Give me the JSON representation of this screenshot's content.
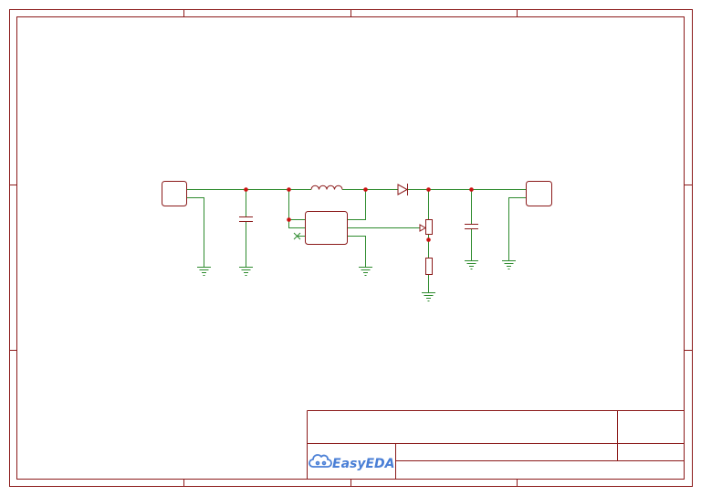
{
  "app": {
    "brand_name": "EasyEDA",
    "logo_icon": "cloud-icon"
  },
  "colors": {
    "frame": "#8b1a1a",
    "symbol": "#8b1a1a",
    "wire": "#2e8b2e",
    "junction": "#cc1111",
    "noconnect": "#2e8b2e",
    "logo": "#4a7fd6",
    "background": "#ffffff"
  },
  "schematic": {
    "components": [
      {
        "kind": "connector",
        "ref": "input-connector"
      },
      {
        "kind": "capacitor",
        "ref": "input-capacitor"
      },
      {
        "kind": "ic",
        "ref": "regulator-ic"
      },
      {
        "kind": "inductor",
        "ref": "inductor"
      },
      {
        "kind": "diode",
        "ref": "diode"
      },
      {
        "kind": "potentiometer",
        "ref": "feedback-potentiometer"
      },
      {
        "kind": "resistor",
        "ref": "feedback-resistor"
      },
      {
        "kind": "capacitor",
        "ref": "output-capacitor"
      },
      {
        "kind": "connector",
        "ref": "output-connector"
      }
    ],
    "grounds": 6,
    "junctions": 7,
    "no_connects": 1
  },
  "title_block": {
    "cells": [
      "",
      "",
      "",
      "",
      "",
      ""
    ]
  }
}
